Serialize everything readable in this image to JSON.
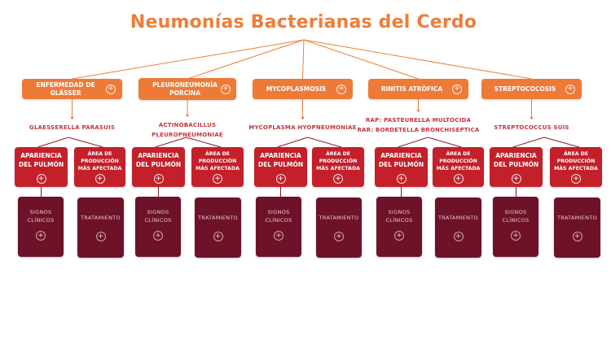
{
  "title": "Neumonías Bacterianas del Cerdo",
  "colors": {
    "title": "#ee7d3a",
    "disease_box": "#ee7a38",
    "agent_text": "#c8323c",
    "sub_box": "#c4202a",
    "detail_box": "#6d1229",
    "connector_orange": "#ee7d3a",
    "connector_red": "#8b1a2a"
  },
  "icons": {
    "expand": "plus-circle-icon",
    "expand_glyph": "+"
  },
  "diseases": [
    {
      "label": "ENFERMEDAD DE GLÄSSER",
      "agent": [
        "GLAESSERELLA PARASUIS"
      ],
      "sub": [
        "APARIENCIA DEL PULMÓN",
        "ÁREA DE PRODUCCIÓN MÁS AFECTADA"
      ],
      "detail": [
        "SIGNOS CLÍNICOS",
        "TRATAMIENTO"
      ]
    },
    {
      "label": "PLEURONEUMONÍA PORCINA",
      "agent": [
        "ACTINOBACILLUS",
        "PLEUROPNEUMONIAE"
      ],
      "sub": [
        "APARIENCIA DEL PULMÓN",
        "ÁREA DE PRODUCCIÓN MÁS AFECTADA"
      ],
      "detail": [
        "SIGNOS CLÍNICOS",
        "TRATAMIENTO"
      ]
    },
    {
      "label": "MYCOPLASMOSIS",
      "agent": [
        "MYCOPLASMA HYOPNEUMONIAE"
      ],
      "sub": [
        "APARIENCIA DEL PULMÓN",
        "ÁREA DE PRODUCCIÓN MÁS AFECTADA"
      ],
      "detail": [
        "SIGNOS CLÍNICOS",
        "TRATAMIENTO"
      ]
    },
    {
      "label": "RINITIS ATRÓFICA",
      "agent": [
        "RAP: PASTEURELLA MULTOCIDA",
        "RAR: BORDETELLA BRONCHISEPTICA"
      ],
      "sub": [
        "APARIENCIA DEL PULMÓN",
        "ÁREA DE PRODUCCIÓN MÁS AFECTADA"
      ],
      "detail": [
        "SIGNOS CLÍNICOS",
        "TRATAMIENTO"
      ]
    },
    {
      "label": "STREPTOCOCOSIS",
      "agent": [
        "STREPTOCOCCUS SUIS"
      ],
      "sub": [
        "APARIENCIA DEL PULMÓN",
        "ÁREA DE PRODUCCIÓN MÁS AFECTADA"
      ],
      "detail": [
        "SIGNOS CLÍNICOS",
        "TRATAMIENTO"
      ]
    }
  ]
}
